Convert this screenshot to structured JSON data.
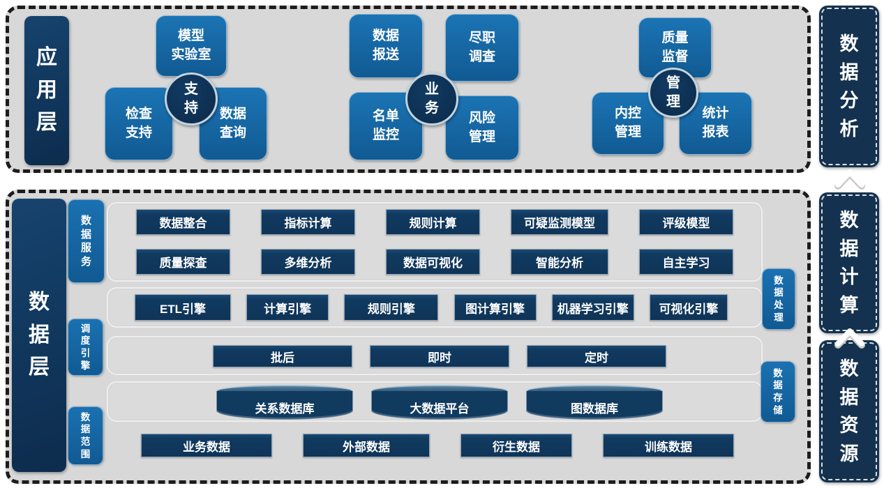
{
  "app_layer": {
    "title": "应用层",
    "clusters": [
      {
        "circle": "支持",
        "top": "模型\n实验室",
        "bottom_left": "检查\n支持",
        "bottom_right": "数据\n查询"
      },
      {
        "circle": "业务",
        "top_left": "数据\n报送",
        "top_right": "尽职\n调查",
        "bottom_left": "名单\n监控",
        "bottom_right": "风险\n管理"
      },
      {
        "circle": "管理",
        "top": "质量\n监督",
        "bottom_left": "内控\n管理",
        "bottom_right": "统计\n报表"
      }
    ]
  },
  "right_rail": {
    "labels": [
      "数据分析",
      "数据计算",
      "数据资源"
    ],
    "arrow_icon": "chevron-up"
  },
  "data_layer": {
    "title": "数据层",
    "row_labels": [
      "数据服务",
      "调度引擎",
      "数据范围"
    ],
    "side_labels": [
      "数据处理",
      "数据存储"
    ],
    "services": {
      "row1": [
        "数据整合",
        "指标计算",
        "规则计算",
        "可疑监测模型",
        "评级模型"
      ],
      "row2": [
        "质量探查",
        "多维分析",
        "数据可视化",
        "智能分析",
        "自主学习"
      ]
    },
    "engines": [
      "ETL引擎",
      "计算引擎",
      "规则引擎",
      "图计算引擎",
      "机器学习引擎",
      "可视化引擎"
    ],
    "schedules": [
      "批后",
      "即时",
      "定时"
    ],
    "databases": [
      "关系数据库",
      "大数据平台",
      "图数据库"
    ],
    "sources": [
      "业务数据",
      "外部数据",
      "衍生数据",
      "训练数据"
    ]
  },
  "colors": {
    "navy": "#0f3458",
    "medium_blue": "#1668a8",
    "section_bg": "#d8d8d8",
    "dash": "#1c1c1c",
    "text": "#ffffff"
  }
}
